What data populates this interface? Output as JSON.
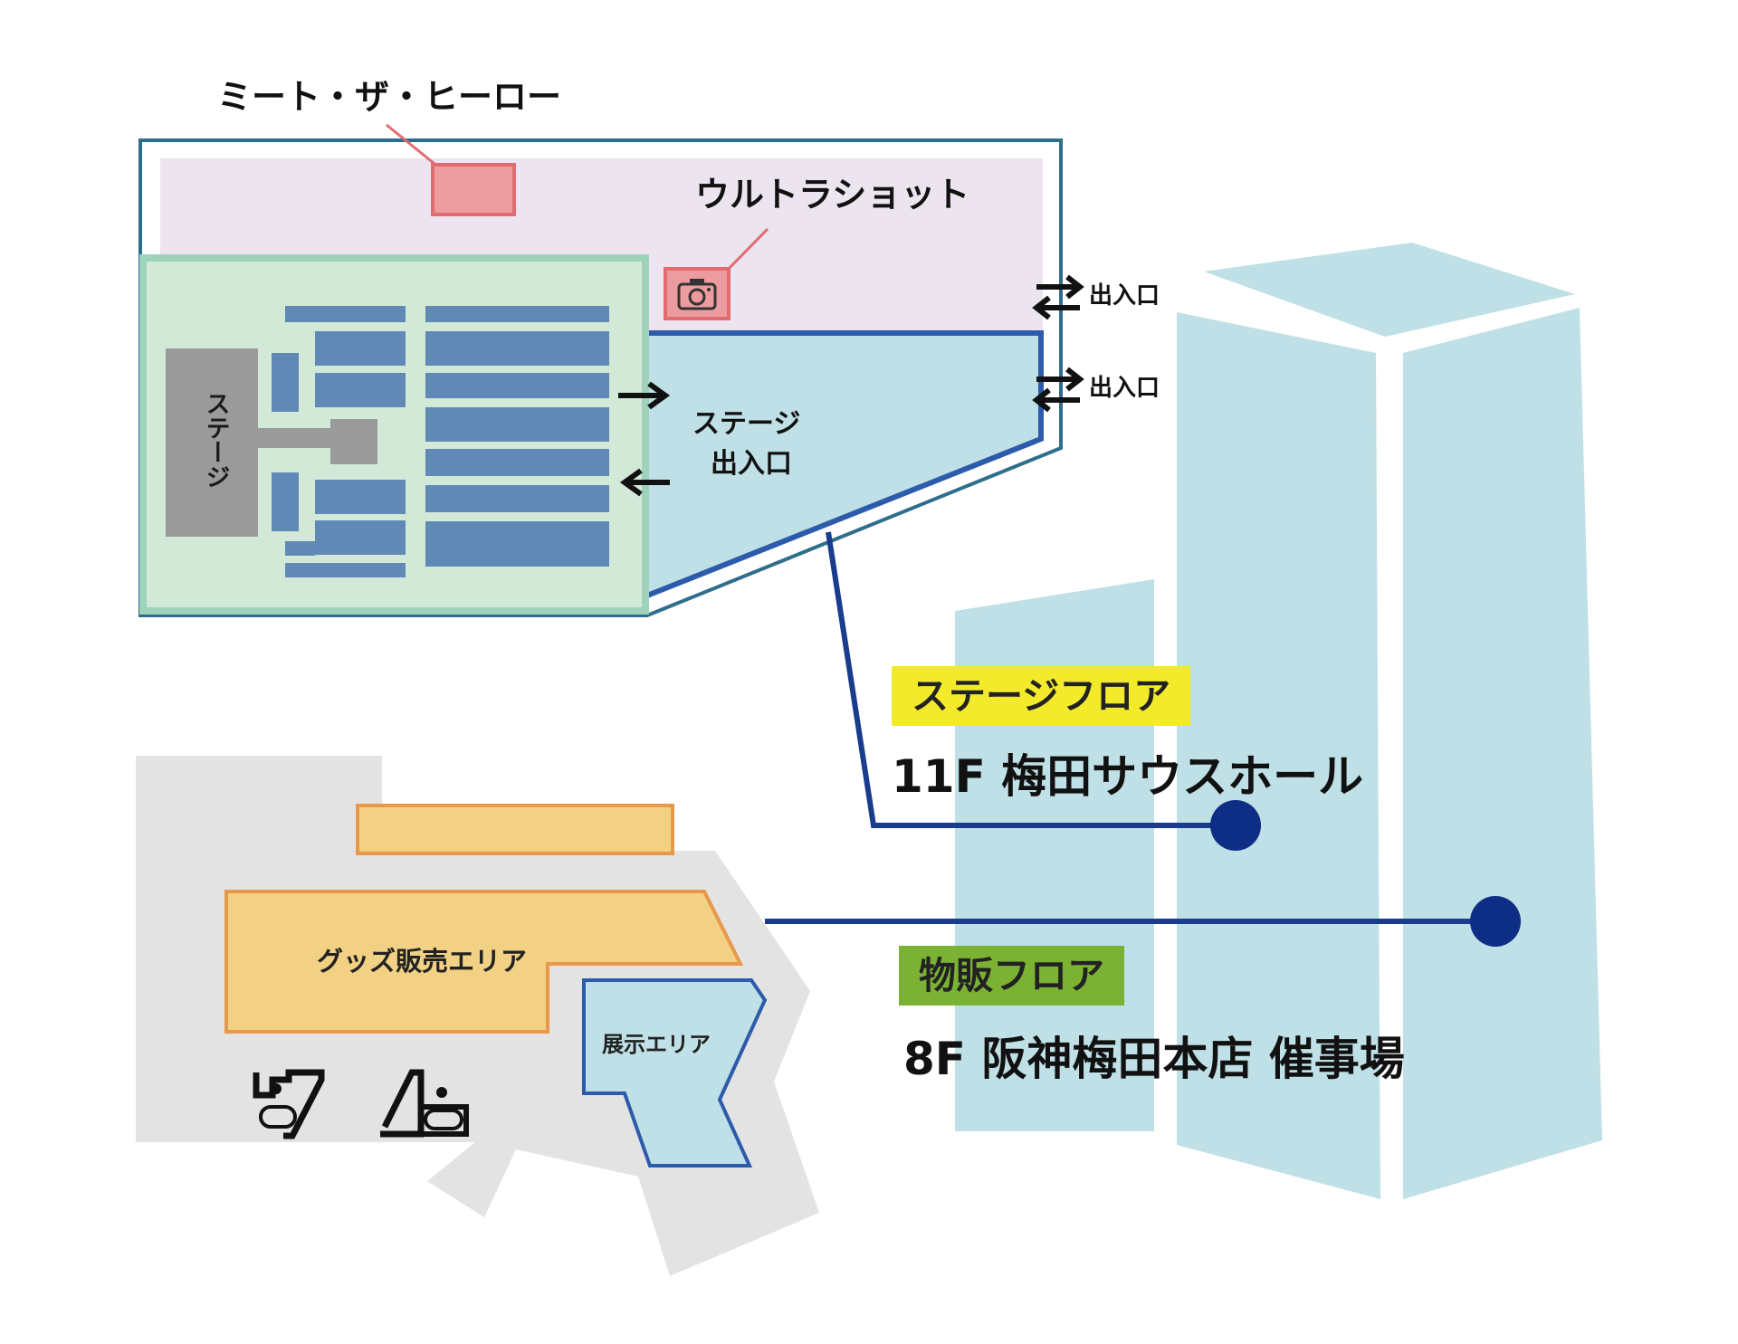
{
  "colors": {
    "building": "#bfe0e6",
    "stage_area": "#d3e9d8",
    "stage_area_border": "#9ed2bb",
    "lobby": "#ece4ee",
    "outer_border": "#2f6d8c",
    "route_line": "#1a3c8c",
    "seat": "#6189b5",
    "stage": "#9a9a9a",
    "booth_fill": "#ec9c9e",
    "booth_border": "#e06c70",
    "sales_fill": "#f2d184",
    "sales_border": "#e8984a",
    "floor8_bg": "#e3e3e3",
    "badge_stage": "#f2ea2a",
    "badge_goods": "#7bb234",
    "node": "#0e2e86"
  },
  "labels": {
    "meet_the_hero": "ミート・ザ・ヒーロー",
    "ultrashot": "ウルトラショット",
    "stage": "ステージ",
    "stage_entrance_line1": "ステージ",
    "stage_entrance_line2": "出入口",
    "entrance_1": "出入口",
    "entrance_2": "出入口",
    "goods_area": "グッズ販売エリア",
    "exhibit_area": "展示エリア"
  },
  "floors": {
    "stage_floor": {
      "badge": "ステージフロア",
      "title": "11F 梅田サウスホール"
    },
    "goods_floor": {
      "badge": "物販フロア",
      "title": "8F 阪神梅田本店 催事場"
    }
  },
  "icons": {
    "camera": "camera-icon",
    "escalator_down": "escalator-down-icon",
    "escalator_up": "escalator-up-icon",
    "exchange_arrows": "two-way-arrows-icon",
    "right_arrow": "right-arrow-icon",
    "left_arrow": "left-arrow-icon"
  }
}
